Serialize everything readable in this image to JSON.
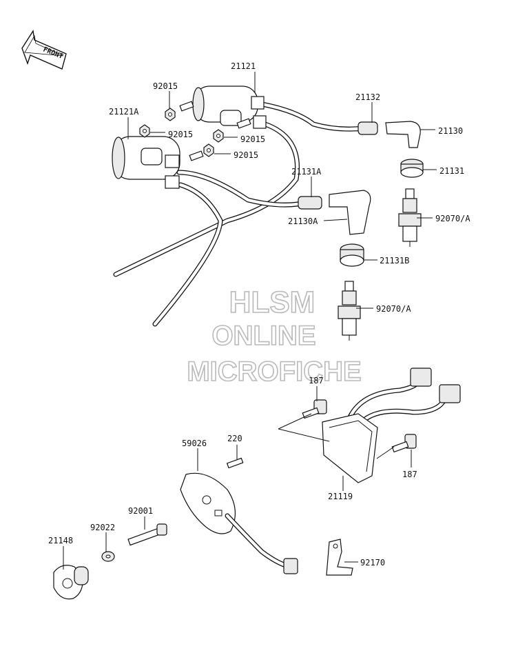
{
  "front_label": "FRONT",
  "watermark": {
    "line1": "HLSM",
    "line2": "ONLINE",
    "line3": "MICROFICHE"
  },
  "parts": {
    "p21121": "21121",
    "p21121A": "21121A",
    "p92015_1": "92015",
    "p92015_2": "92015",
    "p92015_3": "92015",
    "p92015_4": "92015",
    "p21132": "21132",
    "p21130": "21130",
    "p21131": "21131",
    "p21131A": "21131A",
    "p21130A": "21130A",
    "p92070A_1": "92070/A",
    "p21131B": "21131B",
    "p92070A_2": "92070/A",
    "p187_1": "187",
    "p187_2": "187",
    "p21119": "21119",
    "p220": "220",
    "p59026": "59026",
    "p92001": "92001",
    "p92022": "92022",
    "p21148": "21148",
    "p92170": "92170"
  }
}
